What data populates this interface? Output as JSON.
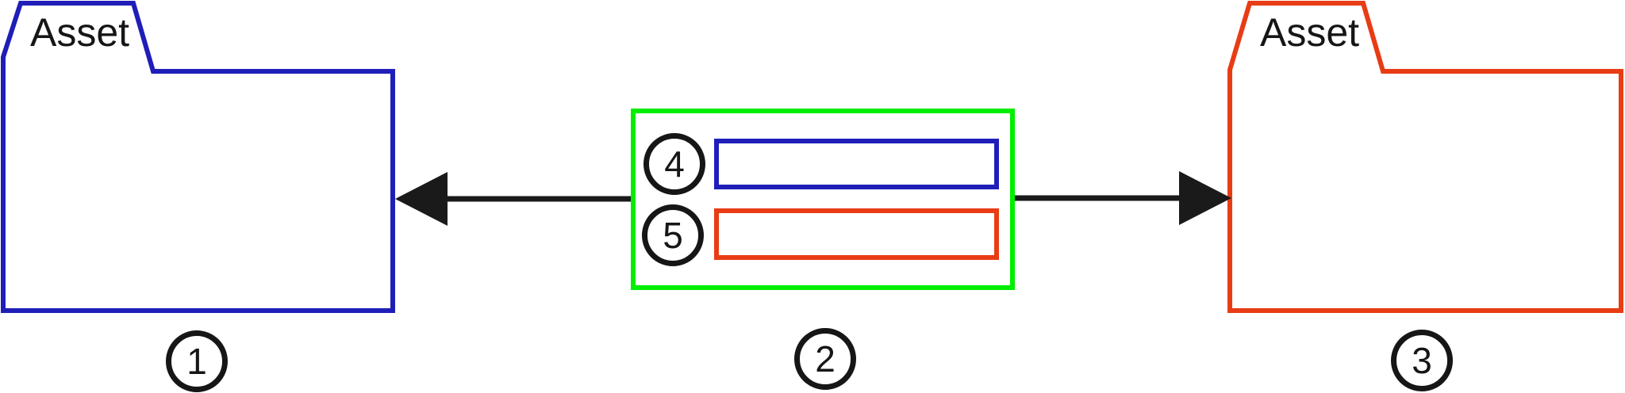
{
  "diagram": {
    "title_semantic": "asset-folder-mapping-diagram",
    "background_color": "#ffffff",
    "left_folder": {
      "label": "Asset",
      "badge": "1",
      "border_color": "#1f1eb8"
    },
    "right_folder": {
      "label": "Asset",
      "badge": "3",
      "border_color": "#e83c15"
    },
    "legend_box": {
      "badge": "2",
      "border_color": "#00ee00",
      "rows": [
        {
          "badge": "4",
          "bar_color": "#1f1eb8"
        },
        {
          "badge": "5",
          "bar_color": "#e83c15"
        }
      ]
    },
    "arrow_color": "#1a1a1a",
    "badge_text_color": "#161616"
  }
}
